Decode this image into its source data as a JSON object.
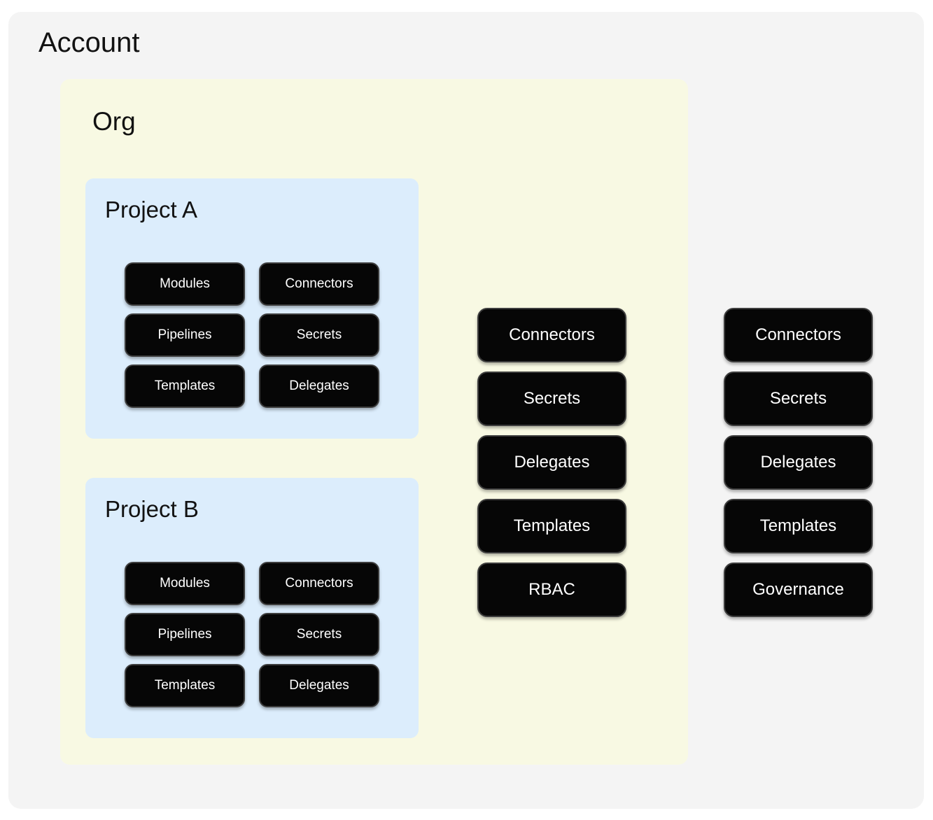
{
  "colors": {
    "page_bg": "#ffffff",
    "account_bg": "#f4f4f4",
    "org_bg": "#f8f9e3",
    "project_bg": "#dcedfc",
    "node_bg": "#060606",
    "node_border": "#3d3d3d",
    "node_text": "#ffffff",
    "title_text": "#121212"
  },
  "account": {
    "title": "Account",
    "resources": [
      "Connectors",
      "Secrets",
      "Delegates",
      "Templates",
      "Governance"
    ],
    "org": {
      "title": "Org",
      "resources": [
        "Connectors",
        "Secrets",
        "Delegates",
        "Templates",
        "RBAC"
      ],
      "projects": [
        {
          "title": "Project A",
          "resources": [
            "Modules",
            "Connectors",
            "Pipelines",
            "Secrets",
            "Templates",
            "Delegates"
          ]
        },
        {
          "title": "Project B",
          "resources": [
            "Modules",
            "Connectors",
            "Pipelines",
            "Secrets",
            "Templates",
            "Delegates"
          ]
        }
      ]
    }
  }
}
